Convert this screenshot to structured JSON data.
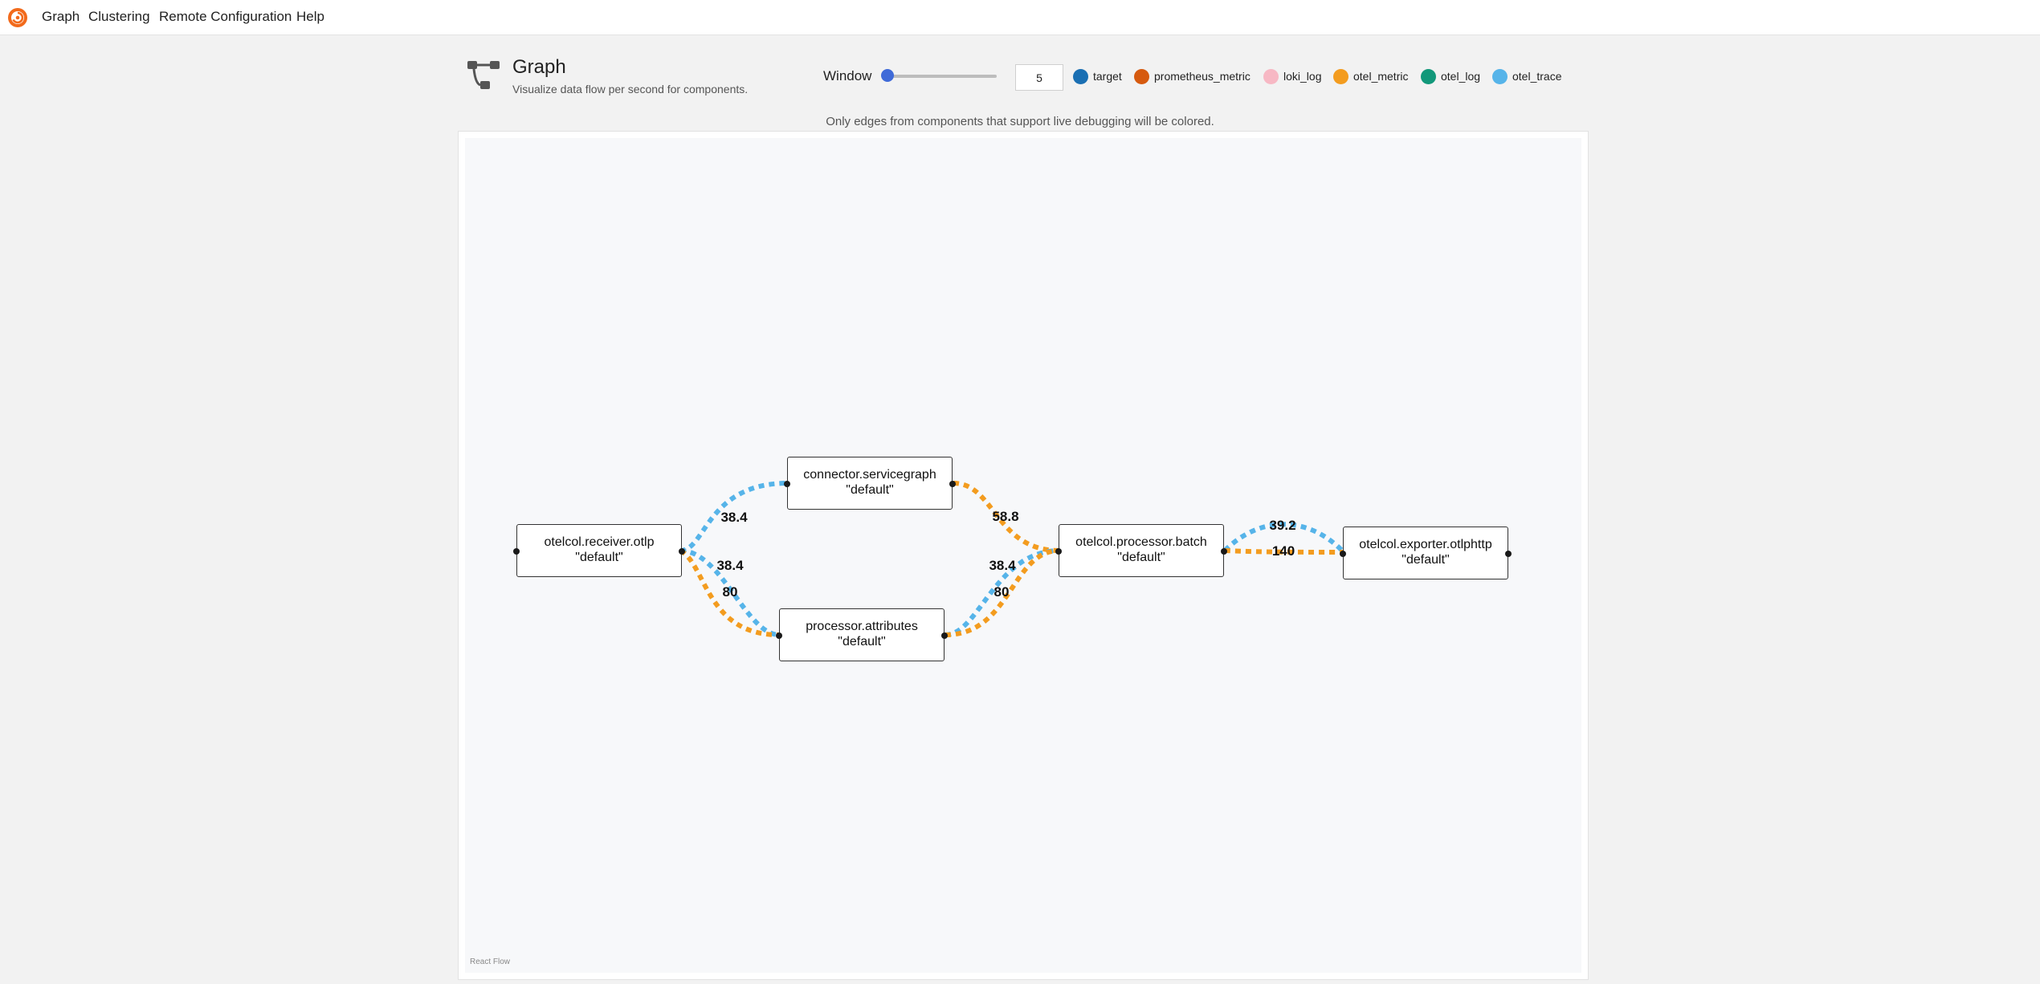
{
  "nav": {
    "items": [
      "Graph",
      "Clustering",
      "Remote Configuration",
      "Help"
    ]
  },
  "header": {
    "title": "Graph",
    "subtitle": "Visualize data flow per second for components."
  },
  "window": {
    "label": "Window",
    "value": "5",
    "slider_fraction": 0.05
  },
  "legend": [
    {
      "name": "target",
      "color": "#1a6fb3"
    },
    {
      "name": "prometheus_metric",
      "color": "#d65a0f"
    },
    {
      "name": "loki_log",
      "color": "#f7b8c4"
    },
    {
      "name": "otel_metric",
      "color": "#f39c1f"
    },
    {
      "name": "otel_log",
      "color": "#12987a"
    },
    {
      "name": "otel_trace",
      "color": "#56b4e9"
    }
  ],
  "note": "Only edges from components that support live debugging will be colored.",
  "nodes": [
    {
      "id": "receiver",
      "line1": "otelcol.receiver.otlp",
      "line2": "\"default\""
    },
    {
      "id": "servicegraph",
      "line1": "connector.servicegraph",
      "line2": "\"default\""
    },
    {
      "id": "attributes",
      "line1": "processor.attributes",
      "line2": "\"default\""
    },
    {
      "id": "batch",
      "line1": "otelcol.processor.batch",
      "line2": "\"default\""
    },
    {
      "id": "exporter",
      "line1": "otelcol.exporter.otlphttp",
      "line2": "\"default\""
    }
  ],
  "edges": [
    {
      "from": "receiver",
      "to": "servicegraph",
      "type": "otel_trace",
      "rate": "38.4"
    },
    {
      "from": "receiver",
      "to": "attributes",
      "type": "otel_trace",
      "rate": "38.4"
    },
    {
      "from": "receiver",
      "to": "attributes",
      "type": "otel_metric",
      "rate": "80"
    },
    {
      "from": "servicegraph",
      "to": "batch",
      "type": "otel_metric",
      "rate": "58.8"
    },
    {
      "from": "attributes",
      "to": "batch",
      "type": "otel_trace",
      "rate": "38.4"
    },
    {
      "from": "attributes",
      "to": "batch",
      "type": "otel_metric",
      "rate": "80"
    },
    {
      "from": "batch",
      "to": "exporter",
      "type": "otel_trace",
      "rate": "39.2"
    },
    {
      "from": "batch",
      "to": "exporter",
      "type": "otel_metric",
      "rate": "140"
    }
  ],
  "attribution": "React Flow"
}
